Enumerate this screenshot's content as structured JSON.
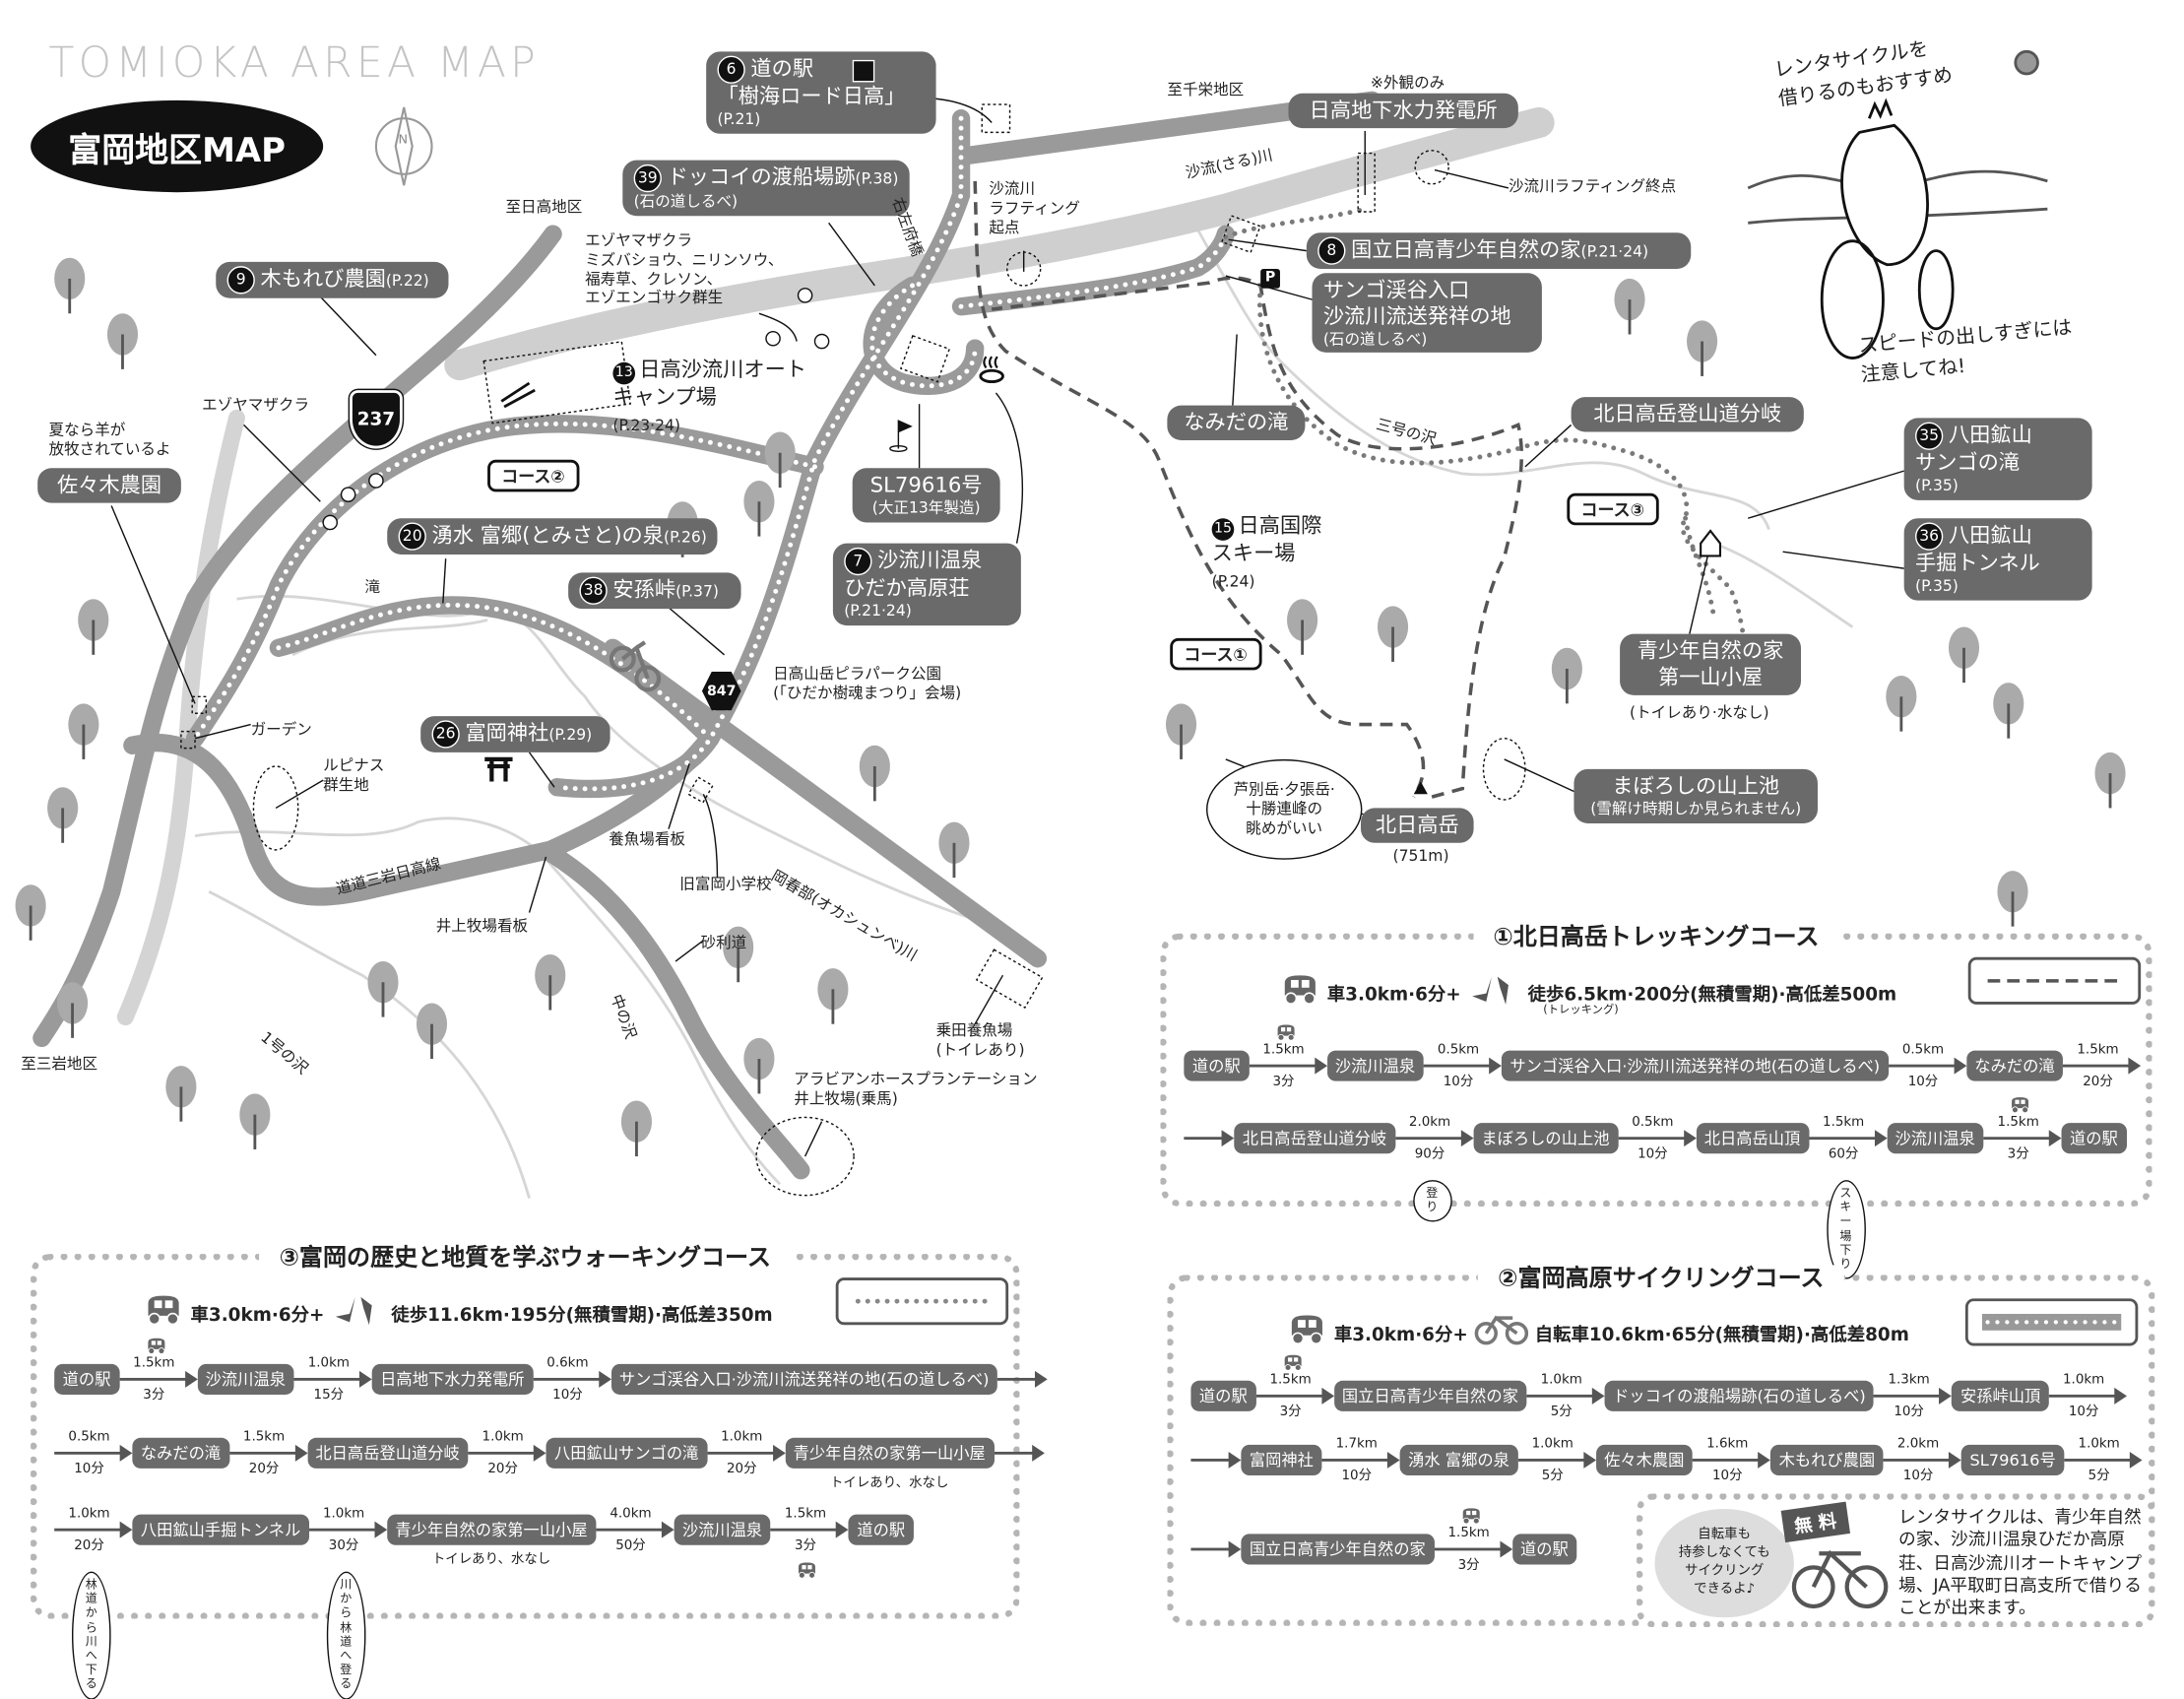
{
  "header": {
    "title_en": "TOMIOKA AREA MAP",
    "title_jp": "富岡地区MAP",
    "compass_letter": "N"
  },
  "colors": {
    "callout_bg": "#6a6a6a",
    "road": "#9a9a9a",
    "river": "#cfcfcf",
    "marker": "#111111"
  },
  "map": {
    "callouts": [
      {
        "num": "6",
        "lines": [
          "道の駅",
          "「樹海ロード日高」"
        ],
        "sub": "(P.21)",
        "icon": "michi-no-eki-icon"
      },
      {
        "num": "39",
        "lines": [
          "ドッコイの渡船場跡"
        ],
        "page": "(P.38)",
        "sub": "(石の道しるべ)"
      },
      {
        "num": "9",
        "lines": [
          "木もれび農園"
        ],
        "page": "(P.22)"
      },
      {
        "lines": [
          "佐々木農園"
        ]
      },
      {
        "lines": [
          "SL79616号"
        ],
        "sub": "(大正13年製造)"
      },
      {
        "num": "7",
        "lines": [
          "沙流川温泉",
          "ひだか高原荘"
        ],
        "sub": "(P.21·24)"
      },
      {
        "num": "20",
        "lines": [
          "湧水 富郷(とみさと)の泉"
        ],
        "page": "(P.26)"
      },
      {
        "num": "38",
        "lines": [
          "安孫峠"
        ],
        "page": "(P.37)"
      },
      {
        "num": "26",
        "lines": [
          "富岡神社"
        ],
        "page": "(P.29)"
      },
      {
        "lines": [
          "日高地下水力発電所"
        ]
      },
      {
        "num": "8",
        "lines": [
          "国立日高青少年自然の家"
        ],
        "page": "(P.21·24)"
      },
      {
        "lines": [
          "サンゴ渓谷入口",
          "沙流川流送発祥の地"
        ],
        "sub": "(石の道しるべ)"
      },
      {
        "lines": [
          "なみだの滝"
        ]
      },
      {
        "lines": [
          "北日高岳登山道分岐"
        ]
      },
      {
        "num": "35",
        "lines": [
          "八田鉱山",
          "サンゴの滝"
        ],
        "sub": "(P.35)"
      },
      {
        "num": "36",
        "lines": [
          "八田鉱山",
          "手掘トンネル"
        ],
        "sub": "(P.35)"
      },
      {
        "lines": [
          "青少年自然の家",
          "第一山小屋"
        ]
      },
      {
        "lines": [
          "北日高岳"
        ]
      },
      {
        "lines": [
          "まぼろしの山上池"
        ],
        "sub": "(雪解け時期しか見られません)"
      }
    ],
    "labels": [
      {
        "text": "至日高地区"
      },
      {
        "text": "至千栄地区"
      },
      {
        "text": "沙流(さる)川"
      },
      {
        "text": "※外観のみ"
      },
      {
        "text": "沙流川ラフティング終点"
      },
      {
        "text": "沙流川\nラフティング\n起点"
      },
      {
        "text": "右左府橋"
      },
      {
        "text": "エゾヤマザクラ\nミズバショウ、ニリンソウ、\n福寿草、クレソン、\nエゾエンゴサク群生"
      },
      {
        "num": "13",
        "text": "日高沙流川オート\nキャンプ場",
        "page": "(P.23·24)"
      },
      {
        "text": "エゾヤマザクラ"
      },
      {
        "text": "夏なら羊が\n放牧されているよ"
      },
      {
        "text": "滝"
      },
      {
        "text": "ガーデン"
      },
      {
        "text": "ルピナス\n群生地"
      },
      {
        "text": "日高山岳ピラパーク公園\n(「ひだか樹魂まつり」会場)"
      },
      {
        "text": "養魚場看板"
      },
      {
        "text": "旧富岡小学校"
      },
      {
        "text": "道道三岩日高線"
      },
      {
        "text": "井上牧場看板"
      },
      {
        "text": "岡春部(オカシュンベ)川"
      },
      {
        "text": "砂利道"
      },
      {
        "text": "中の沢"
      },
      {
        "text": "1号の沢"
      },
      {
        "text": "至三岩地区"
      },
      {
        "text": "乗田養魚場\n(トイレあり)"
      },
      {
        "text": "アラビアンホースプランテーション\n井上牧場(乗馬)"
      },
      {
        "text": "三号の沢"
      },
      {
        "num": "15",
        "text": "日高国際\nスキー場",
        "page": "(P.24)"
      },
      {
        "text": "(トイレあり·水なし)"
      },
      {
        "text": "(751m)"
      }
    ],
    "course_tags": [
      "コース②",
      "コース③",
      "コース①"
    ],
    "route_signs": [
      "237",
      "847"
    ],
    "parking": "P",
    "bubble": "芦別岳·夕張岳·\n十勝連峰の\n眺めがいい",
    "handwritten": {
      "recommend": "レンタサイクルを\n借りるのもおすすめ",
      "caution": "スピードの出しすぎには\n注意してね!"
    }
  },
  "courses": [
    {
      "title": "①北日高岳トレッキングコース",
      "car": "車3.0km·6分+",
      "mode": "徒歩6.5km·200分(無積雪期)·高低差500m",
      "mode_note": "(トレッキング)",
      "mode_icon": "trekking-boots-icon",
      "legend": "dashed",
      "rows": [
        [
          {
            "node": "道の駅"
          },
          {
            "km": "1.5km",
            "min": "3分",
            "car": true
          },
          {
            "node": "沙流川温泉"
          },
          {
            "km": "0.5km",
            "min": "10分"
          },
          {
            "node": "サンゴ渓谷入口·沙流川流送発祥の地(石の道しるべ)"
          },
          {
            "km": "0.5km",
            "min": "10分"
          },
          {
            "node": "なみだの滝"
          },
          {
            "km": "1.5km",
            "min": "20分"
          }
        ],
        [
          {
            "lead": true
          },
          {
            "node": "北日高岳登山道分岐"
          },
          {
            "km": "2.0km",
            "min": "90分",
            "note": "登り"
          },
          {
            "node": "まぼろしの山上池"
          },
          {
            "km": "0.5km",
            "min": "10分"
          },
          {
            "node": "北日高岳山頂"
          },
          {
            "km": "1.5km",
            "min": "60分",
            "note": "スキー場下り"
          },
          {
            "node": "沙流川温泉"
          },
          {
            "km": "1.5km",
            "min": "3分",
            "car": true
          },
          {
            "node": "道の駅"
          }
        ]
      ]
    },
    {
      "title": "②富岡高原サイクリングコース",
      "car": "車3.0km·6分+",
      "mode": "自転車10.6km·65分(無積雪期)·高低差80m",
      "mode_icon": "bicycle-icon",
      "legend": "dotted-band",
      "rows": [
        [
          {
            "node": "道の駅"
          },
          {
            "km": "1.5km",
            "min": "3分",
            "car": true
          },
          {
            "node": "国立日高青少年自然の家"
          },
          {
            "km": "1.0km",
            "min": "5分"
          },
          {
            "node": "ドッコイの渡船場跡(石の道しるべ)"
          },
          {
            "km": "1.3km",
            "min": "10分"
          },
          {
            "node": "安孫峠山頂"
          },
          {
            "km": "1.0km",
            "min": "10分"
          }
        ],
        [
          {
            "lead": true
          },
          {
            "node": "富岡神社"
          },
          {
            "km": "1.7km",
            "min": "10分"
          },
          {
            "node": "湧水 富郷の泉"
          },
          {
            "km": "1.0km",
            "min": "5分"
          },
          {
            "node": "佐々木農園"
          },
          {
            "km": "1.6km",
            "min": "10分"
          },
          {
            "node": "木もれび農園"
          },
          {
            "km": "2.0km",
            "min": "10分"
          },
          {
            "node": "SL79616号"
          },
          {
            "km": "1.0km",
            "min": "5分"
          }
        ],
        [
          {
            "lead": true
          },
          {
            "node": "国立日高青少年自然の家"
          },
          {
            "km": "1.5km",
            "min": "3分",
            "car": true
          },
          {
            "node": "道の駅"
          }
        ]
      ]
    },
    {
      "title": "③富岡の歴史と地質を学ぶウォーキングコース",
      "car": "車3.0km·6分+",
      "mode": "徒歩11.6km·195分(無積雪期)·高低差350m",
      "mode_icon": "walking-shoe-icon",
      "legend": "dotted",
      "rows": [
        [
          {
            "node": "道の駅"
          },
          {
            "km": "1.5km",
            "min": "3分",
            "car": true
          },
          {
            "node": "沙流川温泉"
          },
          {
            "km": "1.0km",
            "min": "15分"
          },
          {
            "node": "日高地下水力発電所"
          },
          {
            "km": "0.6km",
            "min": "10分"
          },
          {
            "node": "サンゴ渓谷入口·沙流川流送発祥の地(石の道しるべ)"
          },
          {
            "lead": true
          }
        ],
        [
          {
            "km": "0.5km",
            "min": "10分"
          },
          {
            "node": "なみだの滝"
          },
          {
            "km": "1.5km",
            "min": "20分"
          },
          {
            "node": "北日高岳登山道分岐"
          },
          {
            "km": "1.0km",
            "min": "20分"
          },
          {
            "node": "八田鉱山サンゴの滝"
          },
          {
            "km": "1.0km",
            "min": "20分"
          },
          {
            "node": "青少年自然の家第一山小屋",
            "sub": "トイレあり、水なし"
          },
          {
            "lead": true
          }
        ],
        [
          {
            "km": "1.0km",
            "min": "20分",
            "note": "林道から\n川へ下る"
          },
          {
            "node": "八田鉱山手掘トンネル"
          },
          {
            "km": "1.0km",
            "min": "30分",
            "note": "川から\n林道へ登る"
          },
          {
            "node": "青少年自然の家第一山小屋",
            "sub": "トイレあり、水なし"
          },
          {
            "km": "4.0km",
            "min": "50分"
          },
          {
            "node": "沙流川温泉"
          },
          {
            "km": "1.5km",
            "min": "3分",
            "car": true,
            "car_below": true
          },
          {
            "node": "道の駅"
          }
        ]
      ]
    }
  ],
  "rental": {
    "badge": "無 料",
    "handwritten": "自転車も\n持参しなくても\nサイクリング\nできるよ♪",
    "text": "レンタサイクルは、青少年自然の家、沙流川温泉ひだか高原荘、日高沙流川オートキャンプ場、JA平取町日高支所で借りることが出来ます。"
  }
}
